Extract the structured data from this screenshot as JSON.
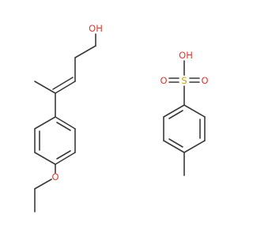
{
  "molecules": [
    {
      "id": "left",
      "atoms": {
        "O_hydroxyl": "OH",
        "O_ether": "O"
      }
    },
    {
      "id": "right",
      "atoms": {
        "O_top": "OH",
        "S": "S",
        "O_left": "O",
        "O_right": "O"
      }
    }
  ],
  "colors": {
    "bond": "#3a3a3a",
    "oxygen": "#e8362a",
    "sulfur": "#c9a300",
    "background": "#ffffff"
  }
}
